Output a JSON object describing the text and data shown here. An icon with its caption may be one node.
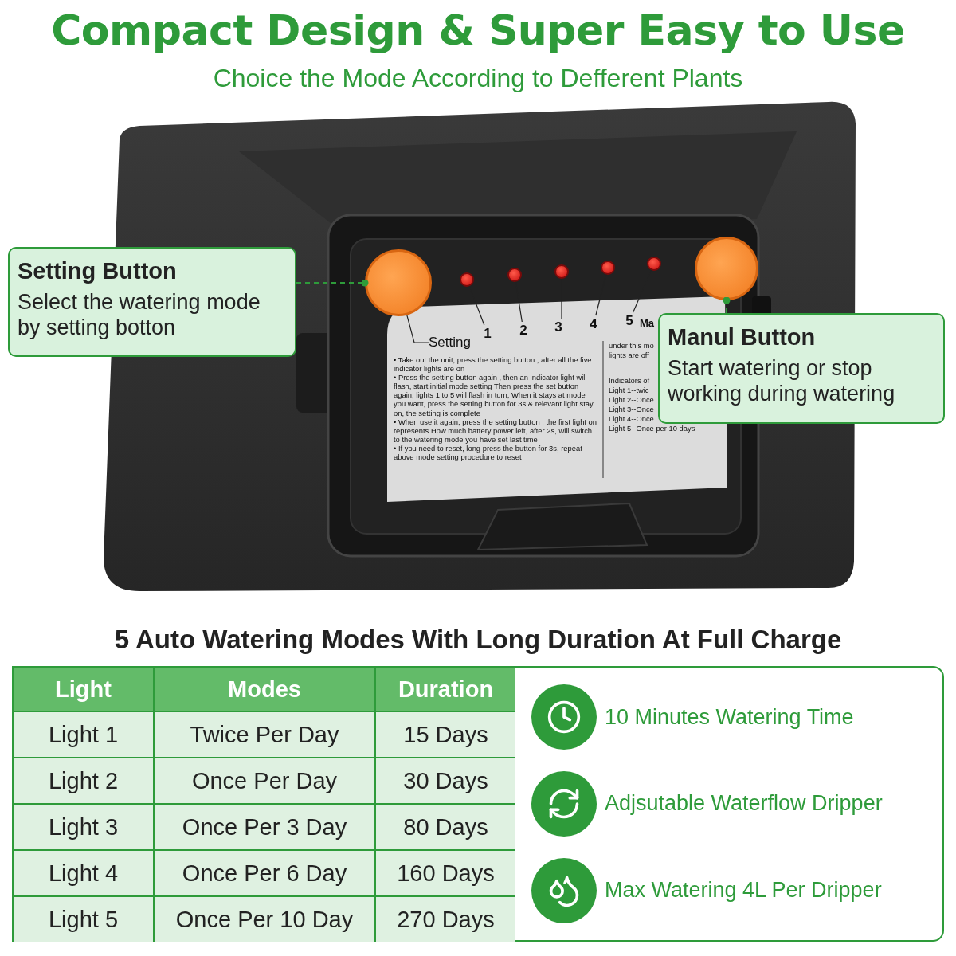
{
  "diagram": {
    "title": "Compact Design & Super Easy to Use",
    "nodes": [
      {
        "text": [
          "Setting Button",
          "Select the watering mode by setting botton"
        ]
      },
      {
        "text": [],
        "shape": "circle"
      },
      {
        "text": [
          "Manul Button",
          "Start watering or stop working during watering"
        ]
      },
      {
        "text": [],
        "shape": "circle"
      },
      {
        "text": [],
        "shape": "circle"
      },
      {
        "text": [],
        "shape": "circle"
      },
      {
        "text": [],
        "shape": "circle"
      },
      {
        "text": [],
        "shape": "circle"
      },
      {
        "text": [],
        "shape": "circle"
      },
      {
        "text": [
          "1"
        ]
      },
      {
        "text": [
          "2"
        ]
      },
      {
        "text": [
          "3"
        ]
      },
      {
        "text": [
          "4"
        ]
      },
      {
        "text": [
          "5"
        ]
      },
      {
        "text": [
          "Setting"
        ]
      }
    ],
    "edges": [
      {
        "from": 0,
        "to": 1,
        "arrow": "other",
        "style": "dashed",
        "color": "#2e9b3a"
      },
      {
        "from": 2,
        "to": 3,
        "arrow": "other",
        "style": "dashed",
        "color": "#2e9b3a"
      },
      {
        "from": 9,
        "to": 4,
        "arrow": "none"
      },
      {
        "from": 10,
        "to": 5,
        "arrow": "none"
      },
      {
        "from": 11,
        "to": 6,
        "arrow": "none"
      },
      {
        "from": 12,
        "to": 7,
        "arrow": "none"
      },
      {
        "from": 13,
        "to": 8,
        "arrow": "none"
      },
      {
        "from": 14,
        "to": 1,
        "arrow": "none"
      }
    ],
    "labels": [
      "Choice the Mode According to Defferent Plants",
      "Ma",
      "• Take out the unit, press the setting button , after all the five indicator lights are on",
      "• Press the setting button again , then an indicator light will flash, start initial mode setting Then press the set button again, lights 1 to 5 will flash in turn, When it stays at mode you want, press the setting button for 3s & relevant light stay on, the setting is complete",
      "• When use it again, press the setting button , the first light on represents How much battery power left, after 2s, will switch to the watering mode you have set last time",
      "• If you need to reset, long press the button for 3s, repeat above mode setting procedure to reset",
      "under this mo",
      "lights are off",
      "Indicators of",
      "Light 1--twic",
      "Light 2--Once",
      "Light 3--Once",
      "Light 4--Once",
      "Light 5--Once per 10 days",
      "5 Auto Watering Modes With Long Duration At Full Charge",
      "Light",
      "Modes",
      "Duration",
      "Light 1",
      "Twice Per Day",
      "15 Days",
      "Light 2",
      "Once Per Day",
      "30 Days",
      "Light 3",
      "Once Per 3 Day",
      "80 Days",
      "Light 4",
      "Once Per 6 Day",
      "160 Days",
      "Light 5",
      "Once Per 10 Day",
      "270 Days",
      "10 Minutes Watering Time",
      "Adjsutable Waterflow Dripper",
      "Max Watering 4L Per Dripper"
    ]
  }
}
